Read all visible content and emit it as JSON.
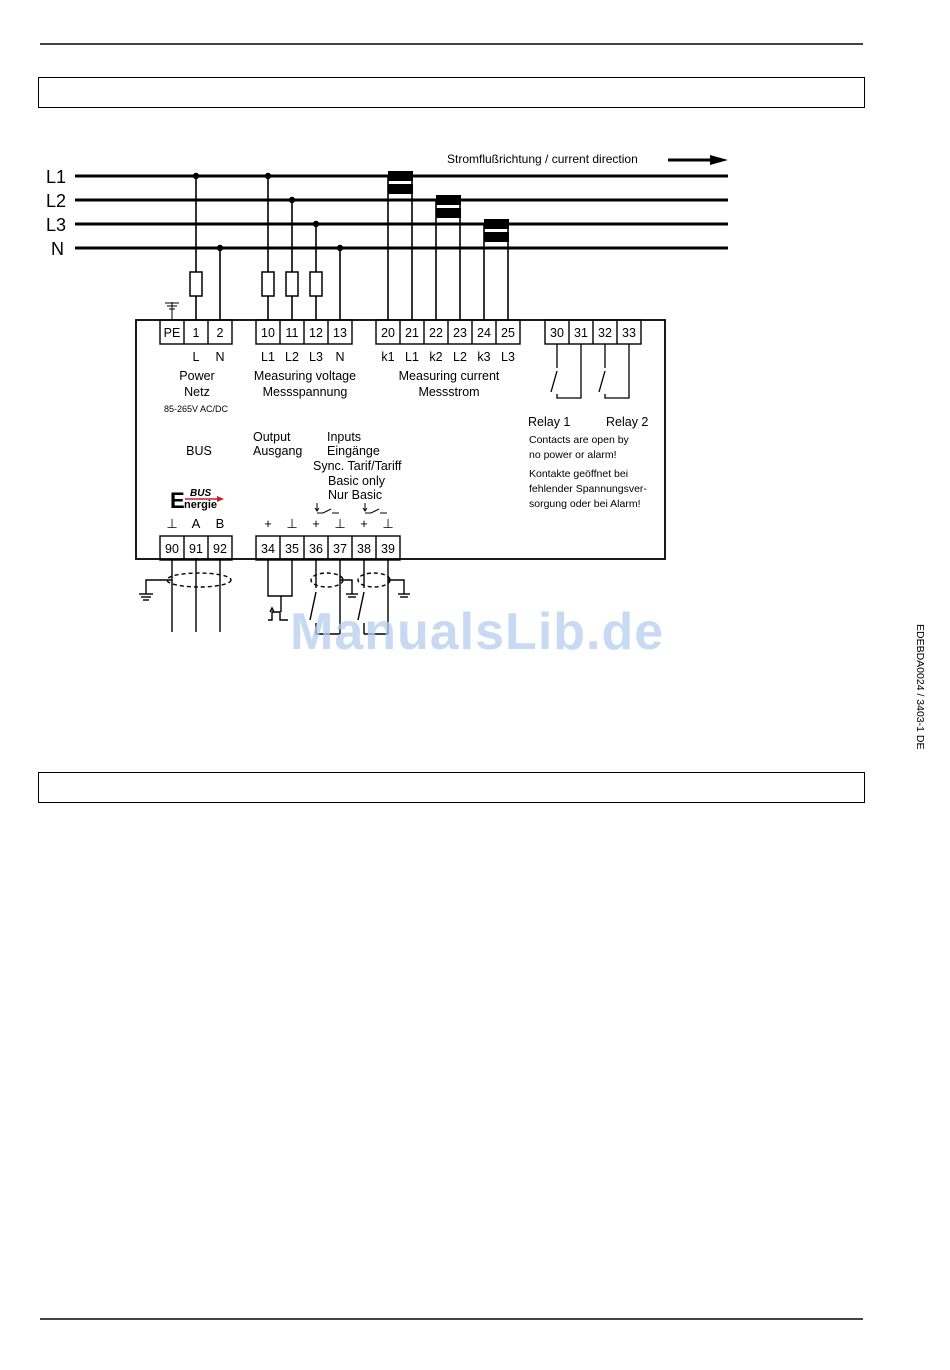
{
  "page": {
    "side_code": "EDEBDA0024 / 3403-1 DE",
    "watermark": "ManualsLib.de"
  },
  "diagram": {
    "direction_label": "Stromflußrichtung / current  direction",
    "lines": [
      "L1",
      "L2",
      "L3",
      "N"
    ],
    "top_terminals": [
      "PE",
      "1",
      "2",
      "10",
      "11",
      "12",
      "13",
      "20",
      "21",
      "22",
      "23",
      "24",
      "25",
      "30",
      "31",
      "32",
      "33"
    ],
    "top_sublabels": [
      "L",
      "N",
      "L1",
      "L2",
      "L3",
      "N",
      "k1",
      "L1",
      "k2",
      "L2",
      "k3",
      "L3"
    ],
    "power": [
      "Power",
      "Netz",
      "85-265V AC/DC"
    ],
    "measuring_voltage": [
      "Measuring voltage",
      "Messspannung"
    ],
    "measuring_current": [
      "Measuring current",
      "Messstrom"
    ],
    "relay_1": "Relay 1",
    "relay_2": "Relay 2",
    "relay_note_en": [
      "Contacts are open by",
      "no power or alarm!"
    ],
    "relay_note_de": [
      "Kontakte geöffnet bei",
      "fehlender Spannungsver-",
      "sorgung oder bei Alarm!"
    ],
    "bus": "BUS",
    "output": [
      "Output",
      "Ausgang"
    ],
    "inputs": [
      "Inputs",
      "Eingänge",
      "Sync.  Tarif/Tariff",
      "Basic only",
      "Nur Basic"
    ],
    "logo": [
      "BUS",
      "nergie"
    ],
    "bottom_terminals": [
      "90",
      "91",
      "92",
      "34",
      "35",
      "36",
      "37",
      "38",
      "39"
    ],
    "bottom_sublabels": [
      "⊥",
      "A",
      "B",
      "+",
      "⊥",
      "+",
      "⊥",
      "+",
      "⊥"
    ]
  }
}
